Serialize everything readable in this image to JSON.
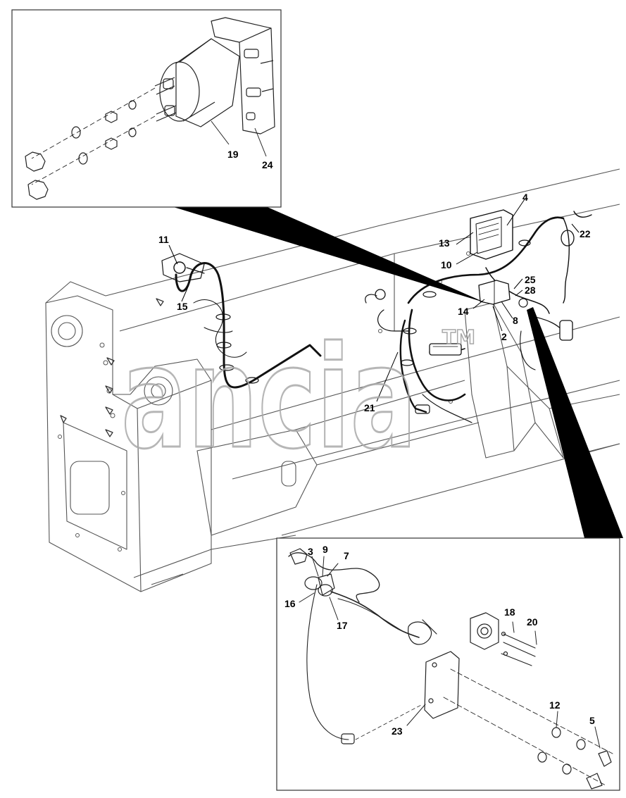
{
  "diagram": {
    "watermark": {
      "text": "ancia",
      "trademark": "TM"
    },
    "callouts": {
      "c1": "11",
      "c2": "15",
      "c3": "4",
      "c4": "22",
      "c5": "13",
      "c6": "10",
      "c7": "25",
      "c8": "28",
      "c9": "14",
      "c10": "8",
      "c11": "2",
      "c12": "21",
      "c13": "19",
      "c14": "24",
      "c15": "3",
      "c16": "9",
      "c17": "7",
      "c18": "16",
      "c19": "17",
      "c20": "18",
      "c21": "20",
      "c22": "12",
      "c23": "5",
      "c24": "23"
    }
  }
}
